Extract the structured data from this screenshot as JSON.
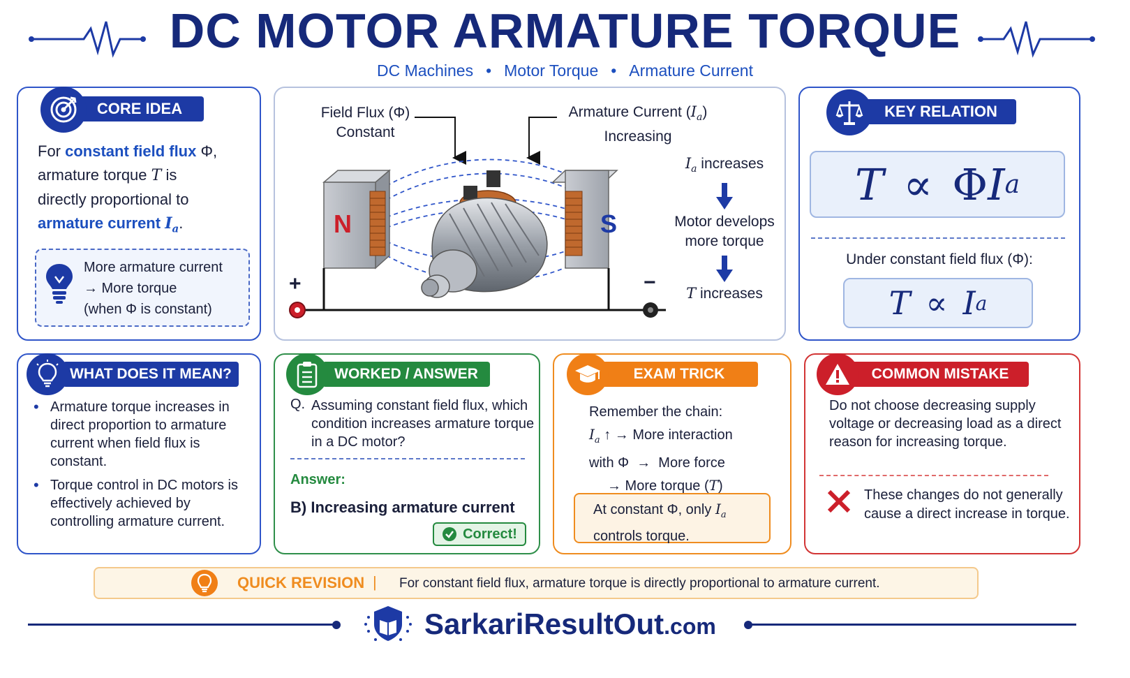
{
  "header": {
    "title": "DC MOTOR ARMATURE TORQUE",
    "subtitle_items": [
      "DC Machines",
      "Motor Torque",
      "Armature Current"
    ]
  },
  "core_idea": {
    "badge": "CORE IDEA",
    "para": {
      "p1": "For ",
      "hl1": "constant field flux",
      "p2": " Φ,",
      "p3": "armature torque ",
      "T": "T",
      "p4": " is",
      "p5": "directly proportional to",
      "hl2": "armature current ",
      "Ia": "I",
      "Ia_sub": "a",
      "p6": "."
    },
    "tip_line1": "More armature current",
    "tip_line2": "→ More torque",
    "tip_line3": "(when Φ is constant)"
  },
  "diagram": {
    "field_flux_label": "Field Flux (Φ)",
    "field_flux_state": "Constant",
    "armature_label": "Armature Current (",
    "armature_sym": "I",
    "armature_sub": "a",
    "armature_close": ")",
    "armature_state": "Increasing",
    "pole_n": "N",
    "pole_s": "S",
    "plus": "+",
    "minus": "−",
    "chain_1_sym": "I",
    "chain_1_sub": "a",
    "chain_1_text": " increases",
    "chain_2_line1": "Motor develops",
    "chain_2_line2": "more torque",
    "chain_3_sym": "T",
    "chain_3_text": " increases"
  },
  "key_relation": {
    "badge": "KEY RELATION",
    "formula_main": {
      "T": "T",
      "prop": "∝",
      "phi": "Φ",
      "I": "I",
      "sub": "a"
    },
    "under_text": "Under constant field flux (Φ):",
    "formula_small": {
      "T": "T",
      "prop": "∝",
      "I": "I",
      "sub": "a"
    }
  },
  "meaning": {
    "badge": "WHAT DOES IT MEAN?",
    "bullets": [
      "Armature torque increases in direct proportion to armature current when field flux is constant.",
      "Torque control in DC motors is effectively achieved by controlling armature current."
    ]
  },
  "worked": {
    "badge": "WORKED / ANSWER",
    "q_prefix": "Q.",
    "question": "Assuming constant field flux, which condition increases armature torque in a DC motor?",
    "answer_label": "Answer:",
    "answer": "B) Increasing armature current",
    "correct": "Correct!"
  },
  "exam_trick": {
    "badge": "EXAM TRICK",
    "intro": "Remember the chain:",
    "l1_sym": "I",
    "l1_sub": "a",
    "l1_text": " ↑ → More interaction",
    "l2": "with Φ  →  More force",
    "l3_pre": "→ More torque (",
    "l3_sym": "T",
    "l3_post": ")",
    "box_pre": "At constant Φ, only ",
    "box_sym": "I",
    "box_sub": "a",
    "box_line2": "controls torque."
  },
  "mistake": {
    "badge": "COMMON MISTAKE",
    "text": "Do not choose decreasing supply voltage or decreasing load as a direct reason for increasing torque.",
    "note": "These changes do not generally cause a direct increase in torque."
  },
  "quick_revision": {
    "label": "QUICK REVISION",
    "sep": "|",
    "text": "For constant field flux, armature torque is directly proportional to armature current."
  },
  "footer": {
    "brand_main": "SarkariResultOut",
    "brand_tld": ".com"
  },
  "colors": {
    "navy": "#16297a",
    "blue": "#1d3aa5",
    "green": "#248a3f",
    "orange": "#f07f16",
    "red": "#cc1f2a"
  },
  "icons": {
    "core_idea": "target-icon",
    "key_relation": "balance-scale-icon",
    "meaning": "lightbulb-icon",
    "worked": "clipboard-icon",
    "exam_trick": "graduation-cap-icon",
    "mistake": "warning-icon",
    "revision": "lightbulb-icon",
    "brand": "book-shield-icon"
  }
}
